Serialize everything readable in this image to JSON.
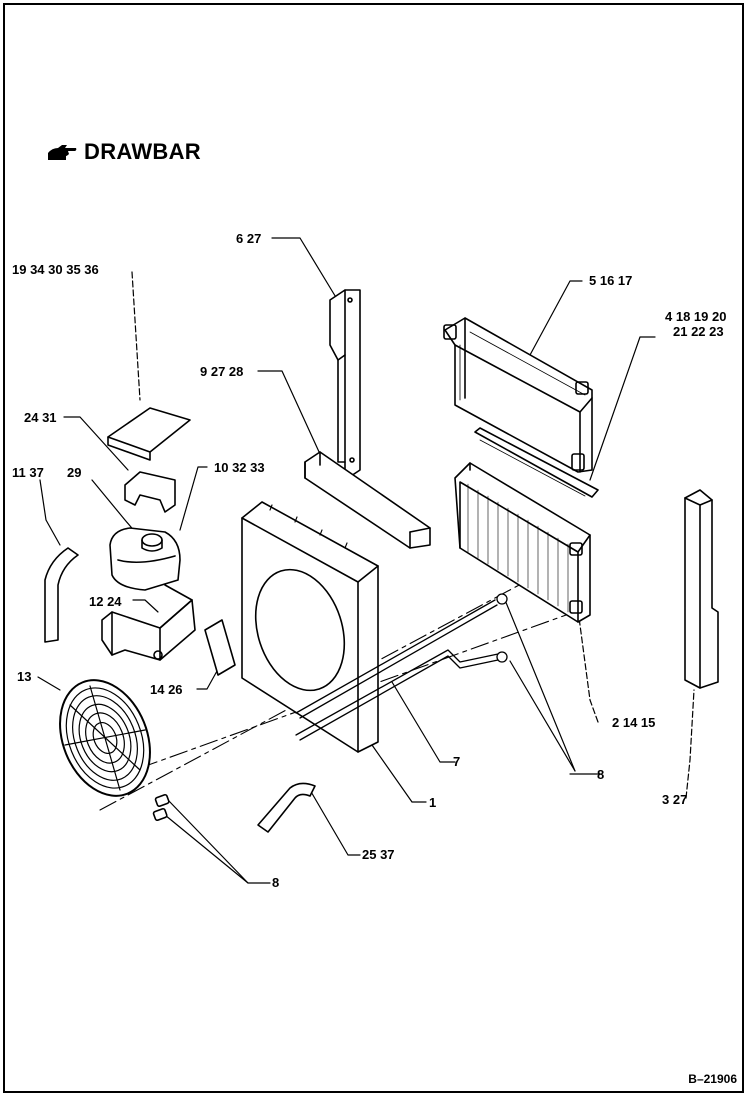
{
  "header": {
    "title": "DRAWBAR",
    "icon": "pointing-hand-icon"
  },
  "figure_id": "B–21906",
  "callouts": [
    {
      "id": "c-6-27",
      "text": "6 27"
    },
    {
      "id": "c-19-34",
      "text": "19 34 30 35 36"
    },
    {
      "id": "c-5-16",
      "text": "5 16 17"
    },
    {
      "id": "c-4-18",
      "text": "4 18 19 20"
    },
    {
      "id": "c-21-22",
      "text": "21 22 23"
    },
    {
      "id": "c-9-27",
      "text": "9 27 28"
    },
    {
      "id": "c-24-31",
      "text": "24 31"
    },
    {
      "id": "c-11-37",
      "text": "11 37"
    },
    {
      "id": "c-29",
      "text": "29"
    },
    {
      "id": "c-10-32",
      "text": "10 32 33"
    },
    {
      "id": "c-12-24",
      "text": "12 24"
    },
    {
      "id": "c-13",
      "text": "13"
    },
    {
      "id": "c-14-26",
      "text": "14 26"
    },
    {
      "id": "c-2-14",
      "text": "2 14 15"
    },
    {
      "id": "c-7",
      "text": "7"
    },
    {
      "id": "c-8a",
      "text": "8"
    },
    {
      "id": "c-1",
      "text": "1"
    },
    {
      "id": "c-3-27",
      "text": "3 27"
    },
    {
      "id": "c-25-37",
      "text": "25 37"
    },
    {
      "id": "c-8b",
      "text": "8"
    }
  ]
}
